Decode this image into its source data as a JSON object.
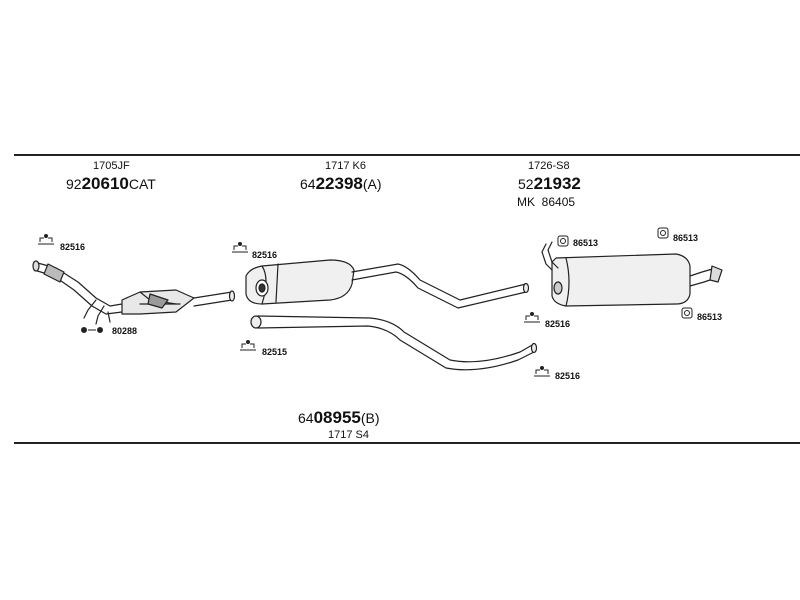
{
  "groups": {
    "cat": {
      "code": "1705JF",
      "prefix": "92",
      "number": "20610",
      "suffix": "CAT"
    },
    "middle": {
      "code": "1717 K6",
      "prefix": "64",
      "number": "22398",
      "suffix": "(A)"
    },
    "rear": {
      "code": "1726-S8",
      "prefix": "52",
      "number": "21932",
      "mk_label": "MK",
      "mk_number": "86405"
    },
    "front_pipe": {
      "prefix": "64",
      "number": "08955",
      "suffix": "(B)",
      "code": "1717 S4"
    }
  },
  "parts": {
    "clip_cat_top": "82516",
    "clip_cat_bottom": "80288",
    "clip_mid_top": "82516",
    "clip_pipe_left": "82515",
    "clip_pipe_right": "82516",
    "clip_mid_right": "82516",
    "hanger_1": "86513",
    "hanger_2": "86513",
    "hanger_3": "86513"
  }
}
